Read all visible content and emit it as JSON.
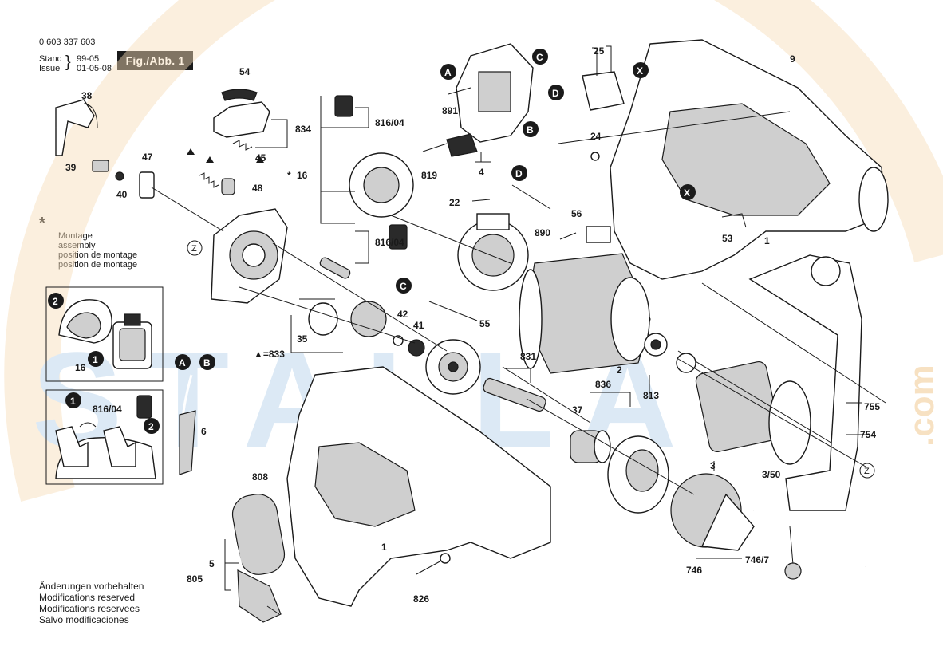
{
  "header": {
    "doc_number": "0 603 337 603",
    "stand_label": "Stand",
    "stand_value": "99-05",
    "issue_label": "Issue",
    "issue_value": "01-05-08",
    "figure_badge": "Fig./Abb. 1"
  },
  "legend": {
    "asterisk": "*",
    "lines": [
      "Montage",
      "assembly",
      "position de montage",
      "position de montage"
    ]
  },
  "watermark": {
    "text": "STALLA",
    "suffix": ".com",
    "color_text": "#d6e6f4",
    "color_arc": "#f6dcb8"
  },
  "notes": [
    "Änderungen vorbehalten",
    "Modifications reserved",
    "Modifications reservees",
    "Salvo modificaciones"
  ],
  "part_labels": {
    "p38": "38",
    "p39": "39",
    "p40": "40",
    "p47": "47",
    "p54": "54",
    "p834": "834",
    "p45": "45",
    "p48": "48",
    "p816_04_a": "816/04",
    "p16": "16",
    "p816_04_b": "816/04",
    "p891": "891",
    "p819": "819",
    "p4": "4",
    "p25": "25",
    "p9": "9",
    "p24": "24",
    "p22": "22",
    "p56": "56",
    "p890": "890",
    "p53": "53",
    "p1_top": "1",
    "p42": "42",
    "p41": "41",
    "p55": "55",
    "p35": "35",
    "p833": "▲=833",
    "p831": "831",
    "p2": "2",
    "p813": "813",
    "p836": "836",
    "p37": "37",
    "p3": "3",
    "p3_50": "3/50",
    "p755": "755",
    "p754": "754",
    "p6": "6",
    "p808": "808",
    "p1_bot": "1",
    "p5": "5",
    "p805": "805",
    "p826": "826",
    "p746": "746",
    "p746_7": "746/7",
    "inset_16": "16",
    "inset_816_04": "816/04"
  },
  "callouts": {
    "A": "A",
    "B": "B",
    "C": "C",
    "D": "D",
    "X": "X",
    "Z": "Z",
    "n1": "1",
    "n2": "2"
  }
}
